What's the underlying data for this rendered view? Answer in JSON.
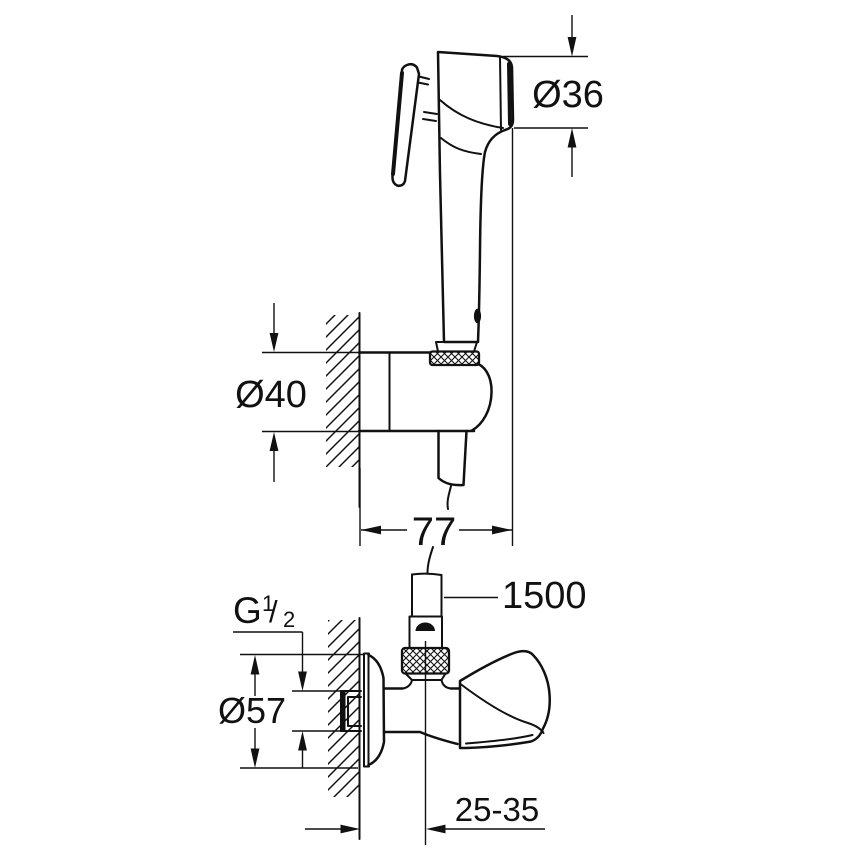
{
  "page": {
    "background_color": "#ffffff",
    "line_color": "#111111"
  },
  "drawing": {
    "type": "technical-dimension-drawing",
    "subject": "hand shower with wall holder, shower hose and angle valve",
    "dimensions": {
      "head_diameter": "Ø36",
      "holder_diameter": "Ø40",
      "holder_projection": "77",
      "hose_length": "1500",
      "escutcheon_diameter": "Ø57",
      "wall_distance": "25-35",
      "thread": {
        "prefix": "G",
        "numerator": "1",
        "slash": "/",
        "denominator": "2"
      }
    }
  }
}
